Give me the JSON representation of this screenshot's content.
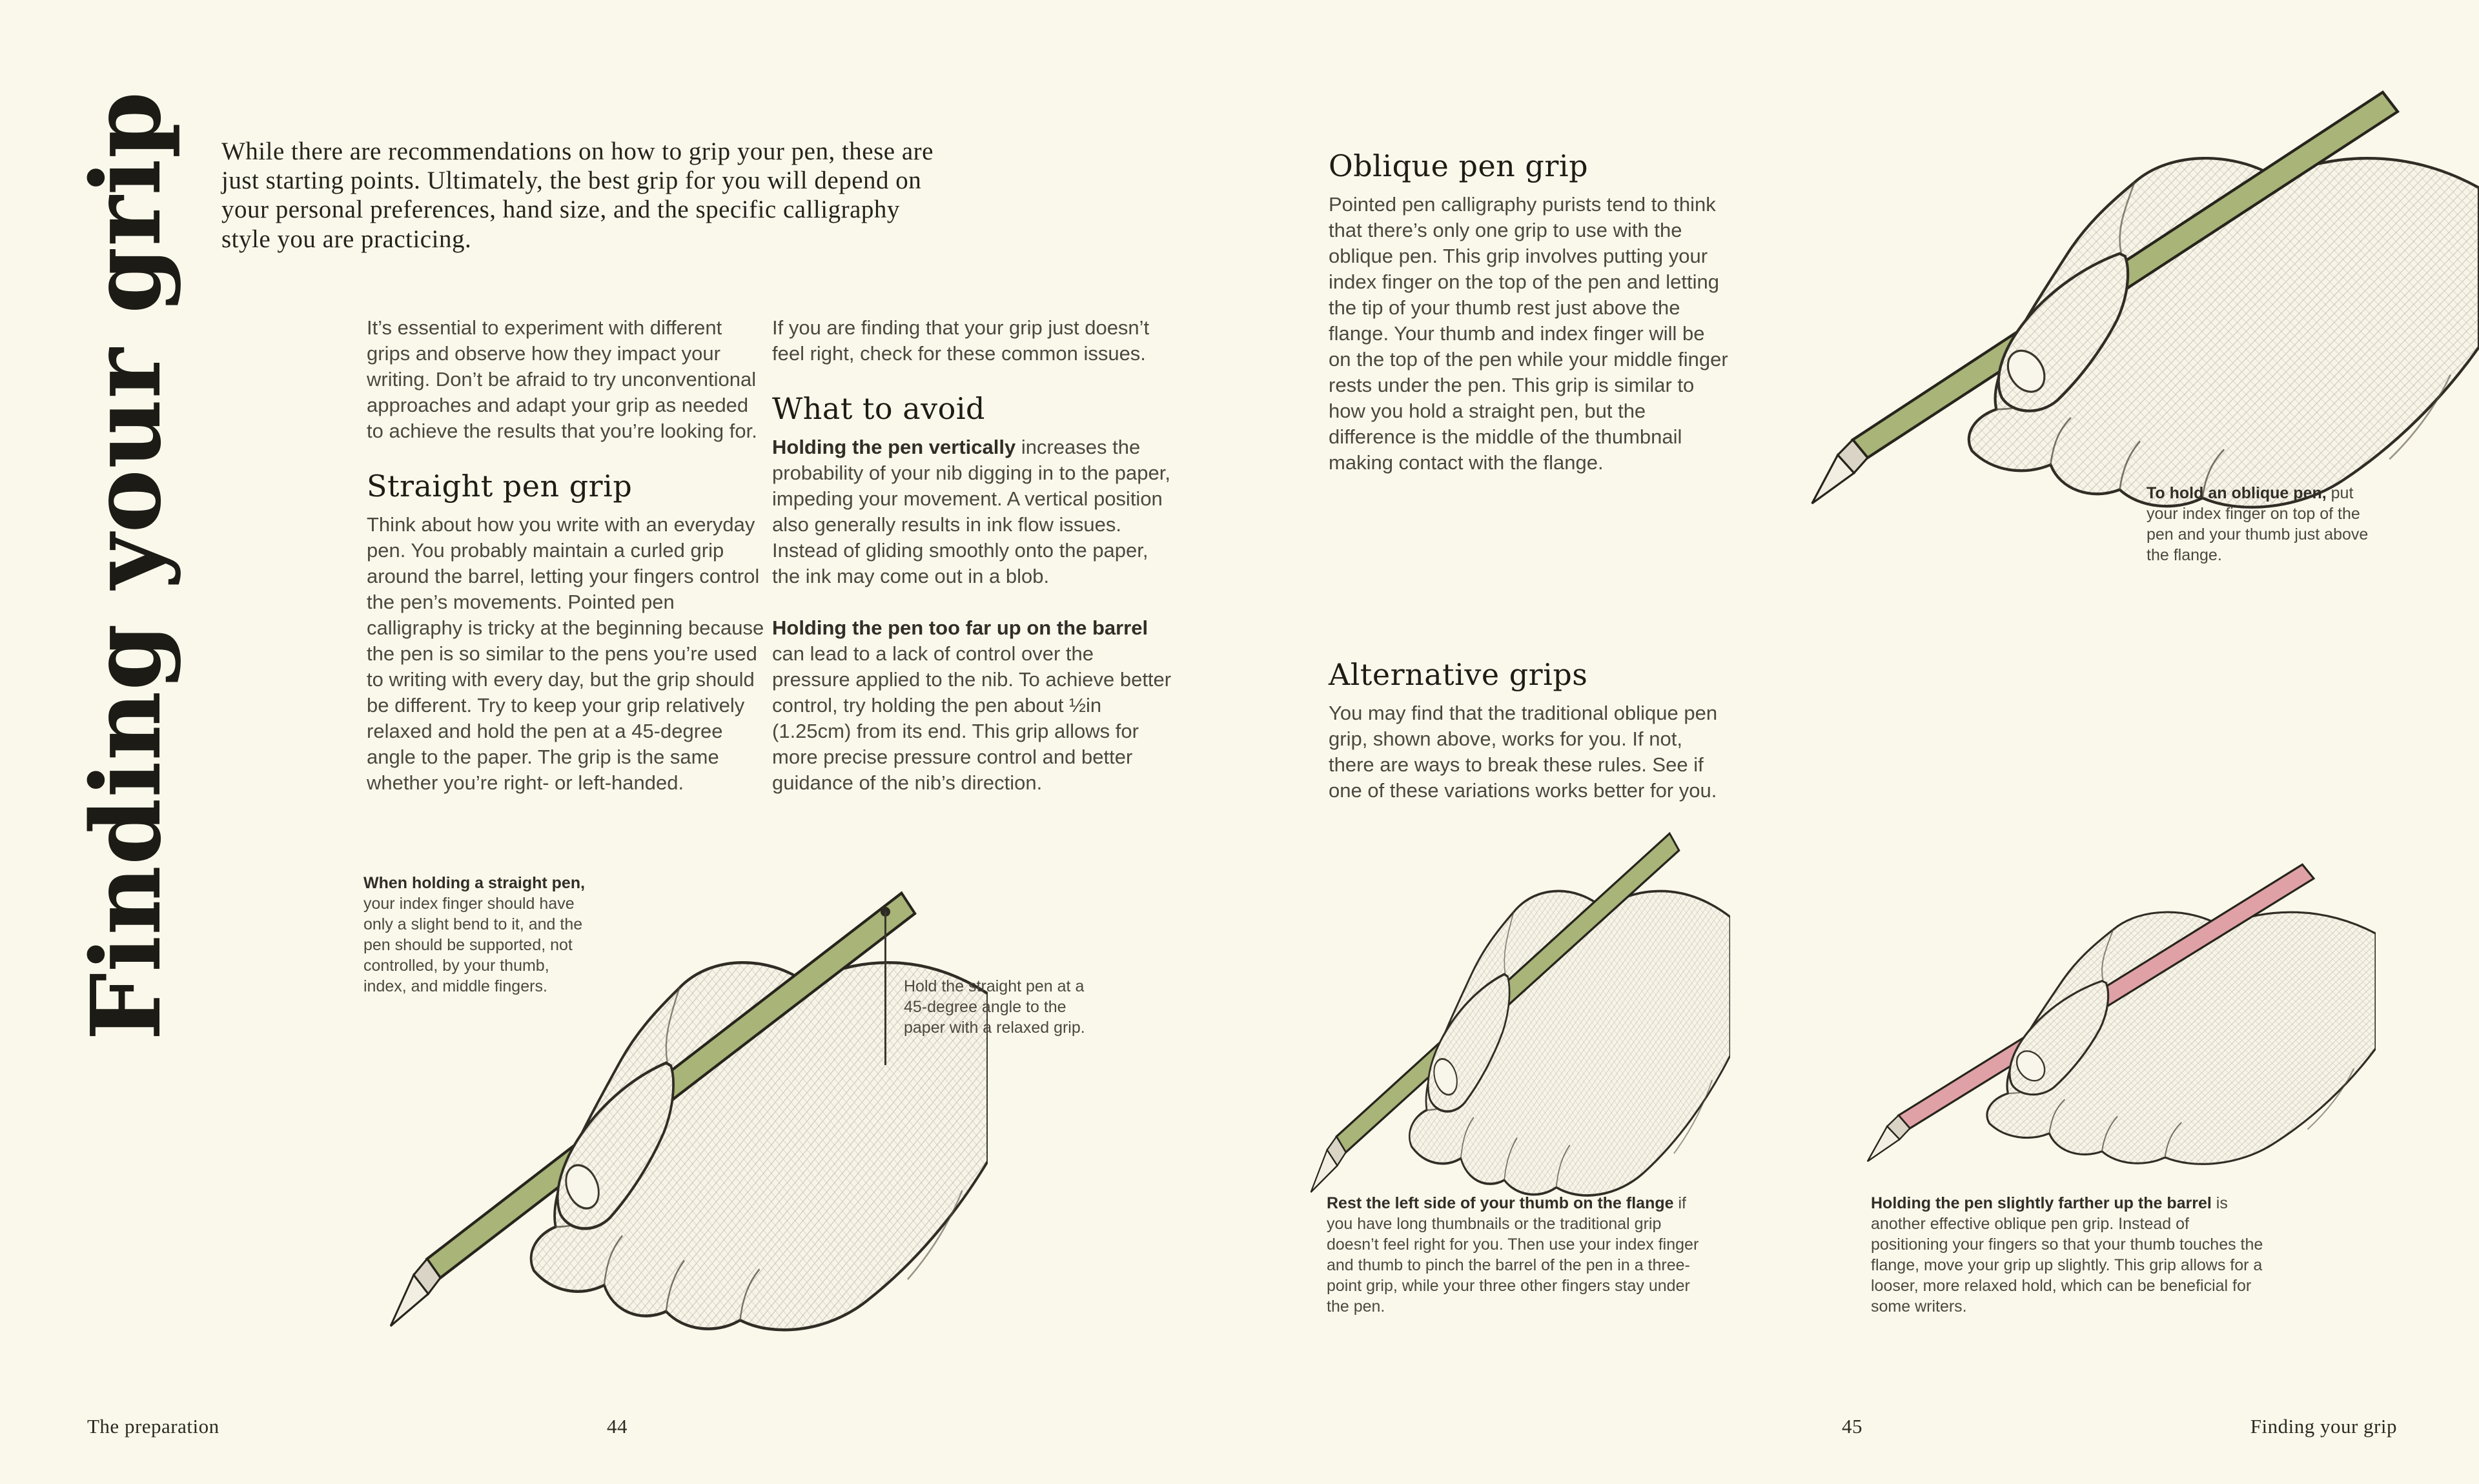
{
  "left_page": {
    "vertical_title": "Finding your grip",
    "intro": "While there are recommendations on how to grip your pen, these are just starting points. Ultimately, the best grip for you will depend on your personal preferences, hand size, and the specific calligraphy style you are practicing.",
    "col1": {
      "para1": "It’s essential to experiment with different grips and observe how they impact your writing. Don’t be afraid to try unconventional approaches and adapt your grip as needed to achieve the results that you’re looking for.",
      "heading": "Straight pen grip",
      "para2": "Think about how you write with an everyday pen. You probably maintain a curled grip around the barrel, letting your fingers control the pen’s movements. Pointed pen calligraphy is tricky at the beginning because the pen is so similar to the pens you’re used to writing with every day, but the grip should be different. Try to keep your grip relatively relaxed and hold the pen at a 45-degree angle to the paper. The grip is the same whether you’re right- or left-handed."
    },
    "col2": {
      "para1": "If you are finding that your grip just doesn’t feel right, check for these common issues.",
      "heading": "What to avoid",
      "avoid1_lead": "Holding the pen vertically",
      "avoid1_rest": " increases the probability of your nib digging in to the paper, impeding your movement. A vertical position also generally results in ink flow issues. Instead of gliding smoothly onto the paper, the ink may come out in a blob.",
      "avoid2_lead": "Holding the pen too far up on the barrel",
      "avoid2_rest": " can lead to a lack of control over the pressure applied to the nib. To achieve better control, try holding the pen about ½in (1.25cm) from its end. This grip allows for more precise pressure control and better guidance of the nib’s direction."
    },
    "caption_straight_lead": "When holding a straight pen,",
    "caption_straight_rest": " your index finger should have only a slight bend to it, and the pen should be supported, not controlled, by your thumb, index, and middle fingers.",
    "caption_45": "Hold the straight pen at a 45-degree angle to the paper with a relaxed grip.",
    "footer_label": "The preparation",
    "page_number": "44"
  },
  "right_page": {
    "heading_oblique": "Oblique pen grip",
    "para_oblique": "Pointed pen calligraphy purists tend to think that there’s only one grip to use with the oblique pen. This grip involves putting your index finger on the top of the pen and letting the tip of your thumb rest just above the flange. Your thumb and index finger will be on the top of the pen while your middle finger rests under the pen. This grip is similar to how you hold a straight pen, but the difference is the middle of the thumbnail making contact with the flange.",
    "caption_oblique_lead": "To hold an oblique pen,",
    "caption_oblique_rest": " put your index finger on top of the pen and your thumb just above the flange.",
    "heading_alt": "Alternative grips",
    "para_alt": "You may find that the traditional oblique pen grip, shown above, works for you. If not, there are ways to break these rules. See if one of these variations works better for you.",
    "caption_thumb_lead": "Rest the left side of your thumb on the flange",
    "caption_thumb_rest": " if you have long thumbnails or the traditional grip doesn’t feel right for you. Then use your index finger and thumb to pinch the barrel of the pen in a three-point grip, while your three other fingers stay under the pen.",
    "caption_barrel_lead": "Holding the pen slightly farther up the barrel",
    "caption_barrel_rest": " is another effective oblique pen grip. Instead of positioning your fingers so that your thumb touches the flange, move your grip up slightly. This grip allows for a looser, more relaxed hold, which can be beneficial for some writers.",
    "page_number": "45",
    "footer_label": "Finding your grip"
  },
  "illustrations": {
    "top_right": "hand holding an oblique pen",
    "left_page": "hand holding a straight pen at 45 degrees",
    "bottom_middle": "hand with thumb resting on the flange",
    "bottom_right": "hand holding the pen farther up the barrel"
  },
  "colors": {
    "background": "#FAF8EB",
    "ink": "#1C1B15",
    "body_text": "#4B483F",
    "pen_green": "#A8B478",
    "pen_pink": "#DFA1A6",
    "hand_outline": "#2F2D25"
  }
}
